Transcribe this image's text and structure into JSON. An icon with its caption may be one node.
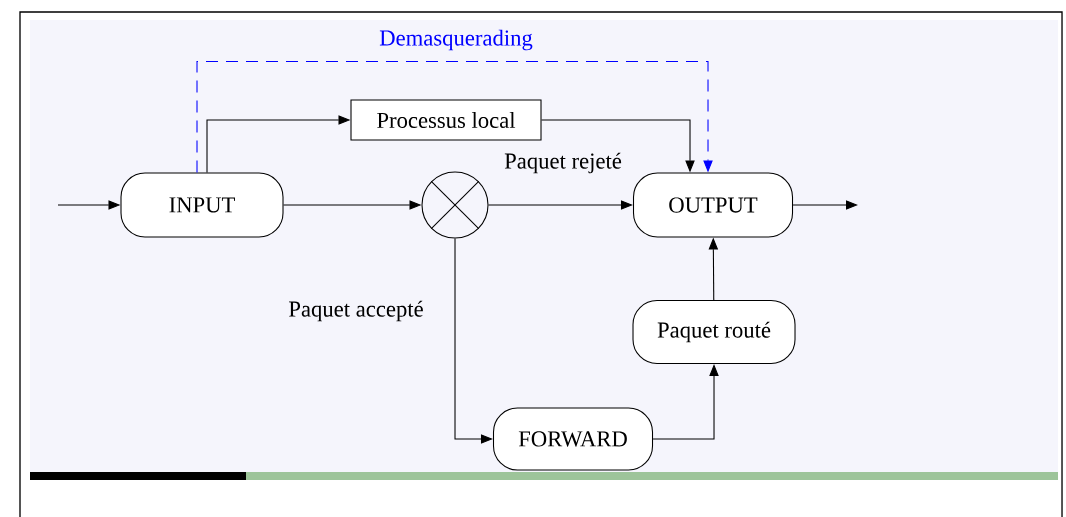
{
  "diagram": {
    "nodes": [
      {
        "text": [
          "INPUT"
        ]
      },
      {
        "text": [
          "Processus local"
        ]
      },
      {
        "text": [],
        "shape": "circle"
      },
      {
        "text": [
          "OUTPUT"
        ]
      },
      {
        "text": [
          "Paquet routé"
        ]
      },
      {
        "text": [
          "FORWARD"
        ]
      }
    ],
    "edges": [
      {
        "from": null,
        "to": 0,
        "arrow": "to"
      },
      {
        "from": 0,
        "to": 1,
        "arrow": "to"
      },
      {
        "from": 0,
        "to": 2,
        "arrow": "to"
      },
      {
        "from": 1,
        "to": 3,
        "arrow": "to"
      },
      {
        "from": 0,
        "to": 3,
        "arrow": "to",
        "label": "Demasquerading",
        "style": "dashed",
        "color": "#0000ff"
      },
      {
        "from": 2,
        "to": 3,
        "arrow": "to",
        "label": "Paquet rejeté"
      },
      {
        "from": 3,
        "to": null,
        "arrow": "to"
      },
      {
        "from": 2,
        "to": 5,
        "arrow": "to",
        "label": "Paquet accepté"
      },
      {
        "from": 5,
        "to": 4,
        "arrow": "to"
      },
      {
        "from": 4,
        "to": 3,
        "arrow": "to"
      }
    ]
  }
}
